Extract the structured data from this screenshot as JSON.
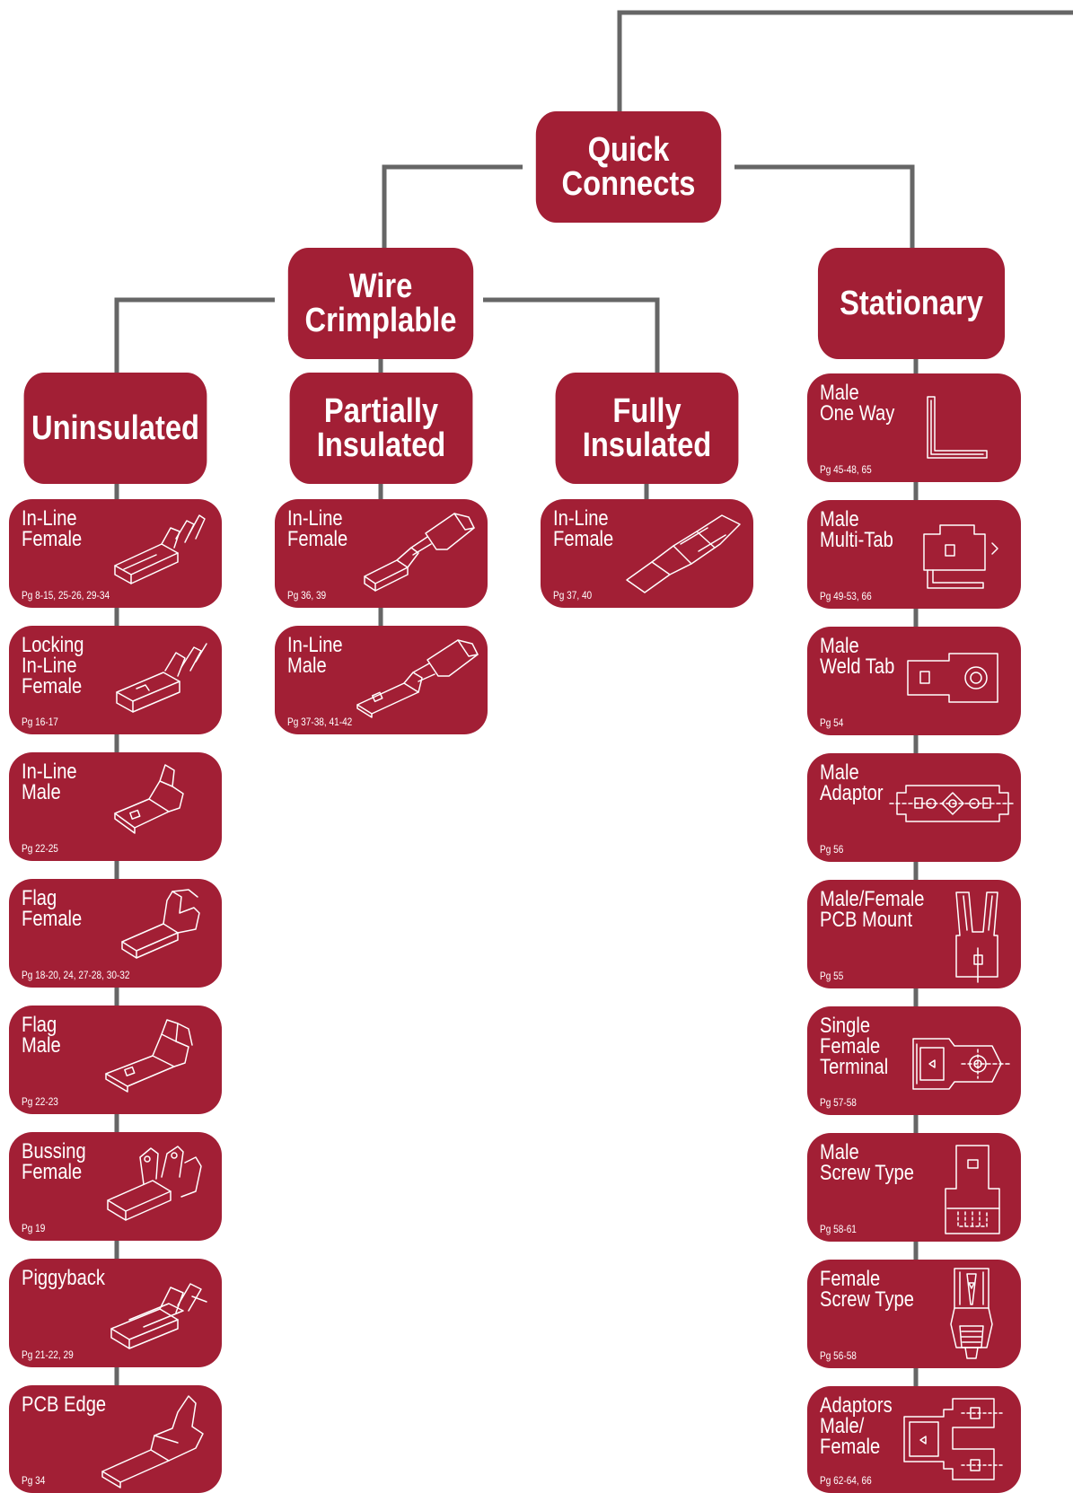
{
  "colors": {
    "node": "#a21f35",
    "connector": "#666666",
    "background": "#ffffff"
  },
  "root": {
    "label": "Quick\nConnects"
  },
  "wire_crimplable": {
    "label": "Wire\nCrimplable"
  },
  "stationary": {
    "label": "Stationary"
  },
  "uninsulated": {
    "label": "Uninsulated",
    "items": [
      {
        "label": "In-Line\nFemale",
        "pages": "Pg 8-15, 25-26, 29-34",
        "icon": "in-line-female-terminal-icon"
      },
      {
        "label": "Locking\nIn-Line\nFemale",
        "pages": "Pg 16-17",
        "icon": "locking-in-line-female-terminal-icon"
      },
      {
        "label": "In-Line\nMale",
        "pages": "Pg 22-25",
        "icon": "in-line-male-terminal-icon"
      },
      {
        "label": "Flag\nFemale",
        "pages": "Pg 18-20, 24, 27-28, 30-32",
        "icon": "flag-female-terminal-icon"
      },
      {
        "label": "Flag\nMale",
        "pages": "Pg 22-23",
        "icon": "flag-male-terminal-icon"
      },
      {
        "label": "Bussing\nFemale",
        "pages": "Pg 19",
        "icon": "bussing-female-terminal-icon"
      },
      {
        "label": "Piggyback",
        "pages": "Pg 21-22, 29",
        "icon": "piggyback-terminal-icon"
      },
      {
        "label": "PCB Edge",
        "pages": "Pg 34",
        "icon": "pcb-edge-terminal-icon"
      }
    ]
  },
  "partially_insulated": {
    "label": "Partially\nInsulated",
    "items": [
      {
        "label": "In-Line\nFemale",
        "pages": "Pg 36, 39",
        "icon": "insulated-female-terminal-icon"
      },
      {
        "label": "In-Line\nMale",
        "pages": "Pg 37-38, 41-42",
        "icon": "insulated-male-terminal-icon"
      }
    ]
  },
  "fully_insulated": {
    "label": "Fully Insulated",
    "items": [
      {
        "label": "In-Line\nFemale",
        "pages": "Pg 37, 40",
        "icon": "fully-insulated-female-terminal-icon"
      }
    ]
  },
  "stationary_items": [
    {
      "label": "Male\nOne Way",
      "pages": "Pg 45-48, 65",
      "icon": "male-one-way-tab-icon"
    },
    {
      "label": "Male\nMulti-Tab",
      "pages": "Pg 49-53, 66",
      "icon": "male-multi-tab-icon"
    },
    {
      "label": "Male\nWeld Tab",
      "pages": "Pg 54",
      "icon": "male-weld-tab-icon"
    },
    {
      "label": "Male\nAdaptor",
      "pages": "Pg 56",
      "icon": "male-adaptor-icon"
    },
    {
      "label": "Male/Female\nPCB Mount",
      "pages": "Pg 55",
      "icon": "pcb-mount-terminal-icon"
    },
    {
      "label": "Single\nFemale\nTerminal",
      "pages": "Pg 57-58",
      "icon": "single-female-terminal-icon"
    },
    {
      "label": "Male\nScrew Type",
      "pages": "Pg 58-61",
      "icon": "male-screw-type-icon"
    },
    {
      "label": "Female\nScrew Type",
      "pages": "Pg 56-58",
      "icon": "female-screw-type-icon"
    },
    {
      "label": "Adaptors\nMale/\nFemale",
      "pages": "Pg 62-64, 66",
      "icon": "male-female-adaptor-icon"
    }
  ]
}
